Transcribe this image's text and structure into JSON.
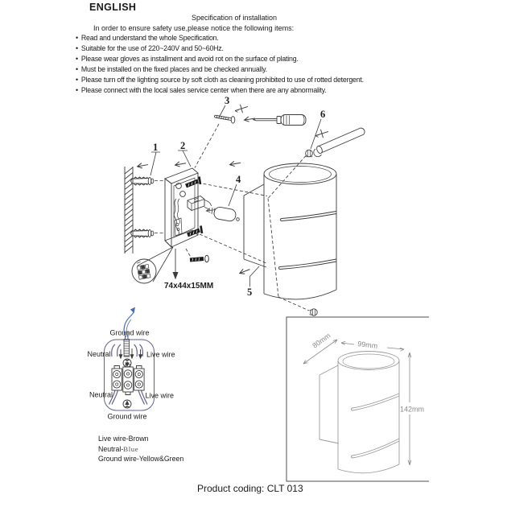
{
  "header": {
    "language": "ENGLISH",
    "title": "Specification of installation",
    "intro": "In order to ensure safety use,please notice the following items:",
    "bullet_char": "•",
    "bullets": [
      "Read and understand the whole Specification.",
      "Suitable for the use of 220~240V and 50~60Hz.",
      "Please wear gloves as installment and avoid rot on the surface of plating.",
      "Must be installed on the fixed places and be checked annually.",
      "Please turn off the lighting source by soft cloth as cleaning prohibited to use of rotted detergent.",
      "Please connect with the local sales service center when there are any abnormality."
    ]
  },
  "diagram": {
    "part_labels": [
      "1",
      "2",
      "3",
      "4",
      "5",
      "6"
    ],
    "bracket_size": "74x44x15MM"
  },
  "wiring": {
    "top_ground": "Ground wire",
    "top_neutral": "Neutral",
    "top_live": "Live wire",
    "bottom_neutral": "Neutral",
    "bottom_live": "Live wire",
    "bottom_ground": "Ground wire"
  },
  "legend": {
    "live": "Live wire-Brown",
    "neutral_prefix": "Neutral-",
    "neutral_value": "Blue",
    "ground": "Ground wire-Yellow&Green"
  },
  "dimensions": {
    "depth": "80mm",
    "width": "99mm",
    "height": "142mm"
  },
  "footer": {
    "product_coding": "Product coding: CLT 013"
  },
  "colors": {
    "line": "#3b3b3b",
    "dim_line": "#9b9b9b",
    "dim_text": "#8a8a8a",
    "wiring_outline": "#62628f",
    "arrow_blue": "#4a6db8"
  }
}
